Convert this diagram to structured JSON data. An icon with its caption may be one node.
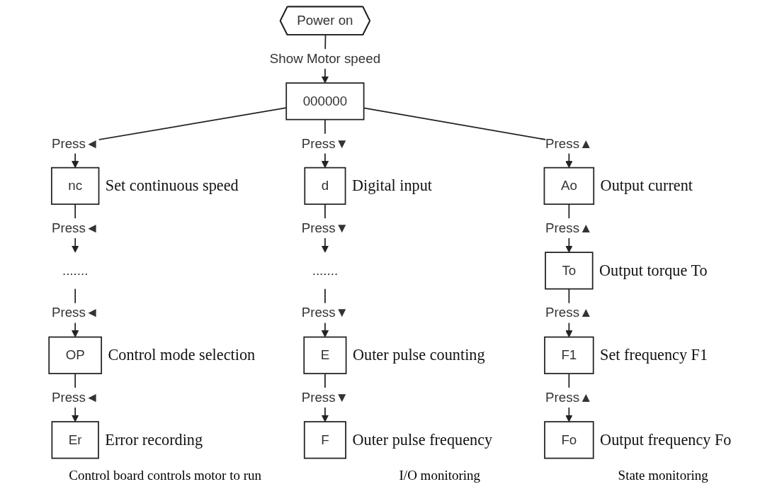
{
  "diagram": {
    "nodes": [
      {
        "text": [
          "Power on"
        ]
      },
      {
        "text": [
          "000000"
        ]
      },
      {
        "text": [
          "nc"
        ],
        "beside": [
          "Set continuous speed"
        ]
      },
      {
        "text": [
          "......."
        ]
      },
      {
        "text": [
          "OP"
        ],
        "beside": [
          "Control mode selection"
        ]
      },
      {
        "text": [
          "Er"
        ],
        "beside": [
          "Error recording"
        ]
      },
      {
        "text": [
          "d"
        ],
        "beside": [
          "Digital input"
        ]
      },
      {
        "text": [
          "......."
        ]
      },
      {
        "text": [
          "E"
        ],
        "beside": [
          "Outer pulse counting"
        ]
      },
      {
        "text": [
          "F"
        ],
        "beside": [
          "Outer pulse frequency"
        ]
      },
      {
        "text": [
          "Ao"
        ],
        "beside": [
          "Output current"
        ]
      },
      {
        "text": [
          "To"
        ],
        "beside": [
          "Output torque To"
        ]
      },
      {
        "text": [
          "F1"
        ],
        "beside": [
          "Set frequency F1"
        ]
      },
      {
        "text": [
          "Fo"
        ],
        "beside": [
          "Output frequency Fo"
        ]
      }
    ],
    "edges": [
      {
        "from": 0,
        "to": 1,
        "arrow": "to",
        "label": "Show Motor speed"
      },
      {
        "from": 1,
        "to": 2,
        "arrow": "to",
        "label": "Press◄"
      },
      {
        "from": 1,
        "to": 6,
        "arrow": "to",
        "label": "Press▼"
      },
      {
        "from": 1,
        "to": 10,
        "arrow": "to",
        "label": "Press▲"
      },
      {
        "from": 2,
        "to": 3,
        "arrow": "to",
        "label": "Press◄"
      },
      {
        "from": 3,
        "to": 4,
        "arrow": "to",
        "label": "Press◄"
      },
      {
        "from": 4,
        "to": 5,
        "arrow": "to",
        "label": "Press◄"
      },
      {
        "from": 6,
        "to": 7,
        "arrow": "to",
        "label": "Press▼"
      },
      {
        "from": 7,
        "to": 8,
        "arrow": "to",
        "label": "Press▼"
      },
      {
        "from": 8,
        "to": 9,
        "arrow": "to",
        "label": "Press▼"
      },
      {
        "from": 10,
        "to": 11,
        "arrow": "to",
        "label": "Press▲"
      },
      {
        "from": 11,
        "to": 12,
        "arrow": "to",
        "label": "Press▲"
      },
      {
        "from": 12,
        "to": 13,
        "arrow": "to",
        "label": "Press▲"
      }
    ],
    "labels": [
      "Control board controls motor to run",
      "I/O monitoring",
      "State monitoring"
    ]
  }
}
